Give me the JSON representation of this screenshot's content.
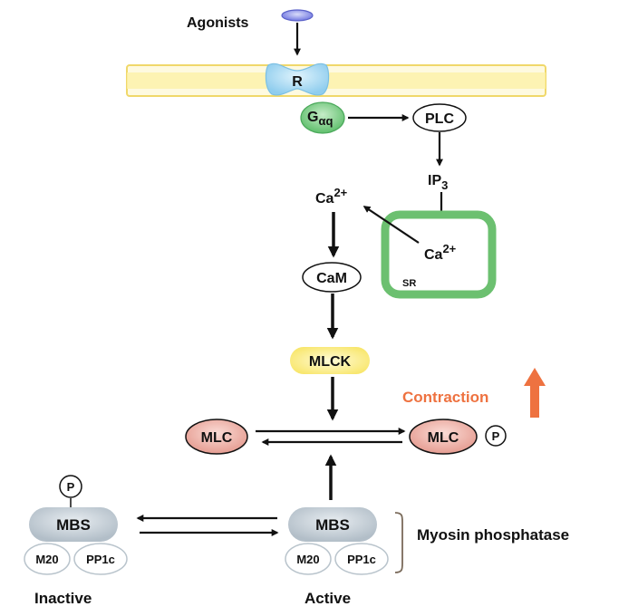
{
  "colors": {
    "membrane": "#fdf4b8",
    "membrane_edge": "#f0d86a",
    "receptor": "#a9dcf5",
    "gq": "#7ccf86",
    "sr": "#6cc070",
    "mlck": "#fbee8a",
    "mlc": "#f0b0a6",
    "mbs": "#c6d0d8",
    "agonist": "#7f86e6",
    "contraction": "#ee7240"
  },
  "labels": {
    "agonists": "Agonists",
    "receptor": "R",
    "gq_main": "G",
    "gq_sub": "αq",
    "plc": "PLC",
    "ip3_main": "IP",
    "ip3_sub": "3",
    "ca_cyto_main": "Ca",
    "ca_cyto_sup": "2+",
    "ca_sr_main": "Ca",
    "ca_sr_sup": "2+",
    "sr": "SR",
    "cam": "CaM",
    "mlck": "MLCK",
    "contraction": "Contraction",
    "mlc_left": "MLC",
    "mlc_right": "MLC",
    "phospho_mlc": "P",
    "phospho_mbs": "P",
    "mbs_inactive": "MBS",
    "m20_inactive": "M20",
    "pp1c_inactive": "PP1c",
    "mbs_active": "MBS",
    "m20_active": "M20",
    "pp1c_active": "PP1c",
    "inactive": "Inactive",
    "active": "Active",
    "myosin_phosphatase": "Myosin phosphatase"
  }
}
